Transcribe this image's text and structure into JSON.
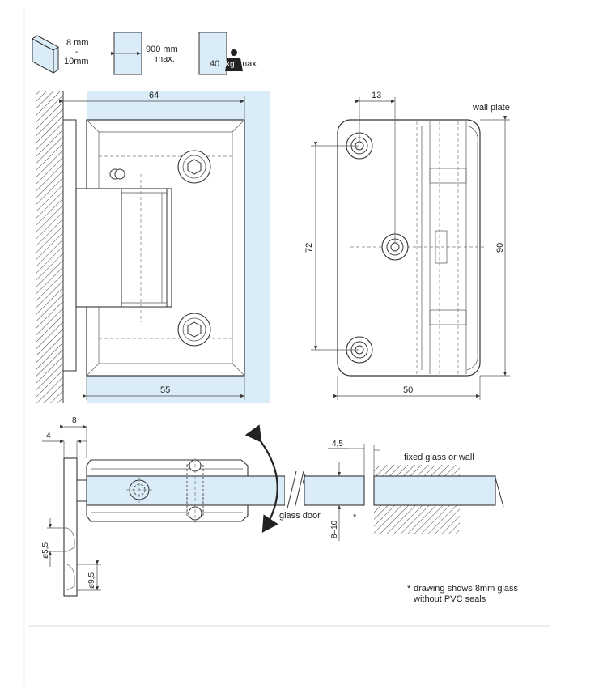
{
  "specs": {
    "thickness_top": "8 mm",
    "thickness_dash": "-",
    "thickness_bottom": "10mm",
    "width_top": "900 mm",
    "width_bottom": "max.",
    "weight_value": "40",
    "weight_unit": "kg",
    "weight_suffix": "max."
  },
  "front_view": {
    "dim_top": "64",
    "dim_bottom": "55"
  },
  "wall_plate_view": {
    "label": "wall plate",
    "dim_hole_offset": "13",
    "dim_hole_spacing": "72",
    "dim_height": "90",
    "dim_width": "50"
  },
  "side_view": {
    "dim_plate_thickness": "4",
    "dim_offset": "8",
    "dim_hole_small": "ø5,5",
    "dim_hole_large": "ø9,5",
    "dim_glass_thickness": "4,5",
    "dim_gap": "8–10",
    "gap_asterisk": "*",
    "label_door": "glass door",
    "label_fixed": "fixed glass or wall"
  },
  "footnote": {
    "asterisk": "*",
    "line1": "drawing shows  8mm glass",
    "line2": "without PVC seals"
  },
  "colors": {
    "glass_fill": "#d9ecf7",
    "line": "#333333"
  }
}
